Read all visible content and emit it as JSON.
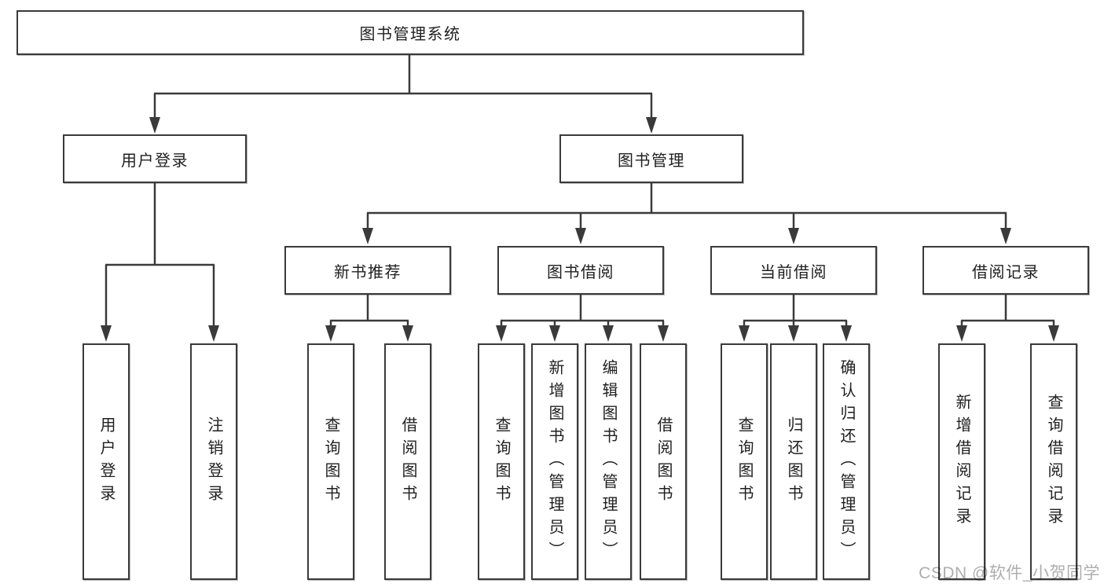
{
  "tree": {
    "label": "图书管理系统",
    "children": [
      {
        "label": "用户登录",
        "children": [
          {
            "label": "用户登录"
          },
          {
            "label": "注销登录"
          }
        ]
      },
      {
        "label": "图书管理",
        "children": [
          {
            "label": "新书推荐",
            "children": [
              {
                "label": "查询图书"
              },
              {
                "label": "借阅图书"
              }
            ]
          },
          {
            "label": "图书借阅",
            "children": [
              {
                "label": "查询图书"
              },
              {
                "label": "新增图书（管理员）"
              },
              {
                "label": "编辑图书（管理员）"
              },
              {
                "label": "借阅图书"
              }
            ]
          },
          {
            "label": "当前借阅",
            "children": [
              {
                "label": "查询图书"
              },
              {
                "label": "归还图书"
              },
              {
                "label": "确认归还（管理员）"
              }
            ]
          },
          {
            "label": "借阅记录",
            "children": [
              {
                "label": "新增借阅记录"
              },
              {
                "label": "查询借阅记录"
              }
            ]
          }
        ]
      }
    ]
  },
  "watermark": {
    "text": "CSDN @软件_小贺同学"
  },
  "colors": {
    "line": "#3a3a3a",
    "text": "#1f1f1f",
    "box_fill": "#ffffff",
    "watermark": "#aeaeae",
    "background": "#ffffff"
  }
}
